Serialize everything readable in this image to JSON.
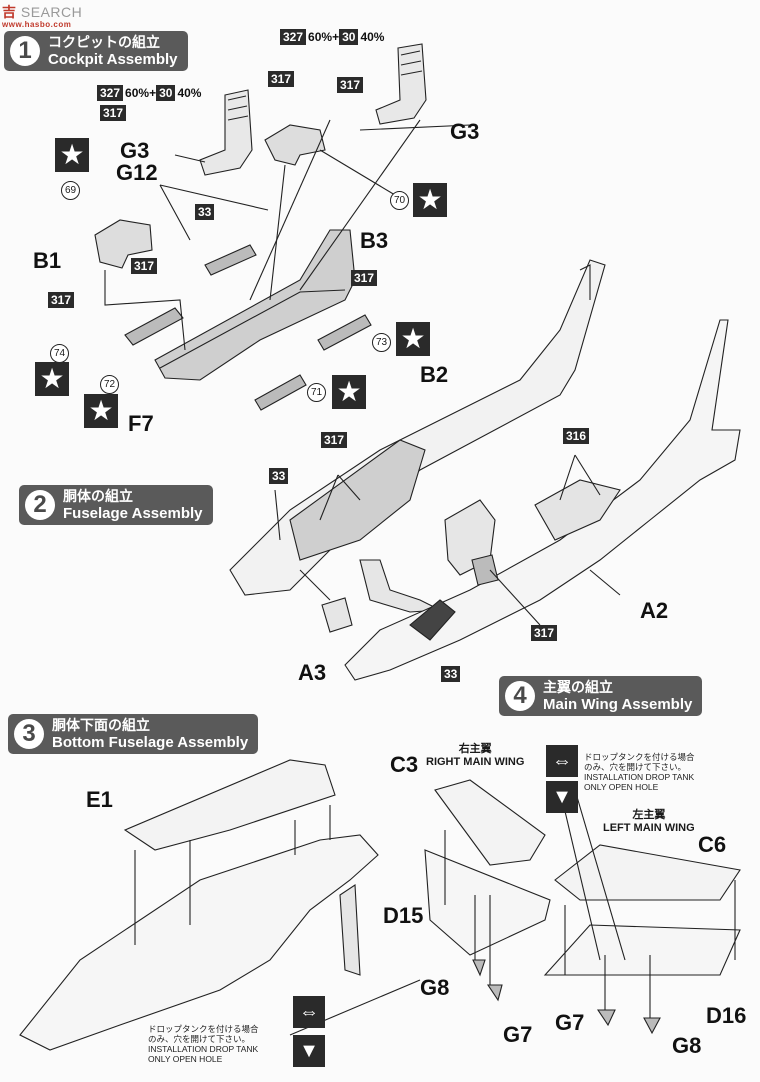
{
  "watermark": {
    "prefix": "吉",
    "word": "SEARCH",
    "sub": "www.hasbo.com"
  },
  "steps": [
    {
      "num": "1",
      "jp": "コクピットの組立",
      "en": "Cockpit Assembly"
    },
    {
      "num": "2",
      "jp": "胴体の組立",
      "en": "Fuselage Assembly"
    },
    {
      "num": "3",
      "jp": "胴体下面の組立",
      "en": "Bottom Fuselage Assembly"
    },
    {
      "num": "4",
      "jp": "主翼の組立",
      "en": "Main Wing Assembly"
    }
  ],
  "mix": {
    "a": "327",
    "a_pct": "60%",
    "plus": "+",
    "b": "30",
    "b_pct": "40%"
  },
  "codes": {
    "c317": "317",
    "c33": "33",
    "c316": "316"
  },
  "parts": {
    "G3": "G3",
    "G12": "G12",
    "B1": "B1",
    "B3": "B3",
    "F7": "F7",
    "B2": "B2",
    "A2": "A2",
    "A3": "A3",
    "E1": "E1",
    "C3": "C3",
    "C6": "C6",
    "D15": "D15",
    "D16": "D16",
    "G8": "G8",
    "G7": "G7"
  },
  "callouts": {
    "n69": "69",
    "n70": "70",
    "n71": "71",
    "n72": "72",
    "n73": "73",
    "n74": "74"
  },
  "star_symbol": "★",
  "wings": {
    "right_jp": "右主翼",
    "right_en": "RIGHT MAIN WING",
    "left_jp": "左主翼",
    "left_en": "LEFT MAIN WING"
  },
  "drop_note": {
    "jp1": "ドロップタンクを付ける場合",
    "jp2": "のみ、穴を開けて下さい。",
    "en1": "INSTALLATION DROP TANK",
    "en2": "ONLY OPEN HOLE"
  }
}
